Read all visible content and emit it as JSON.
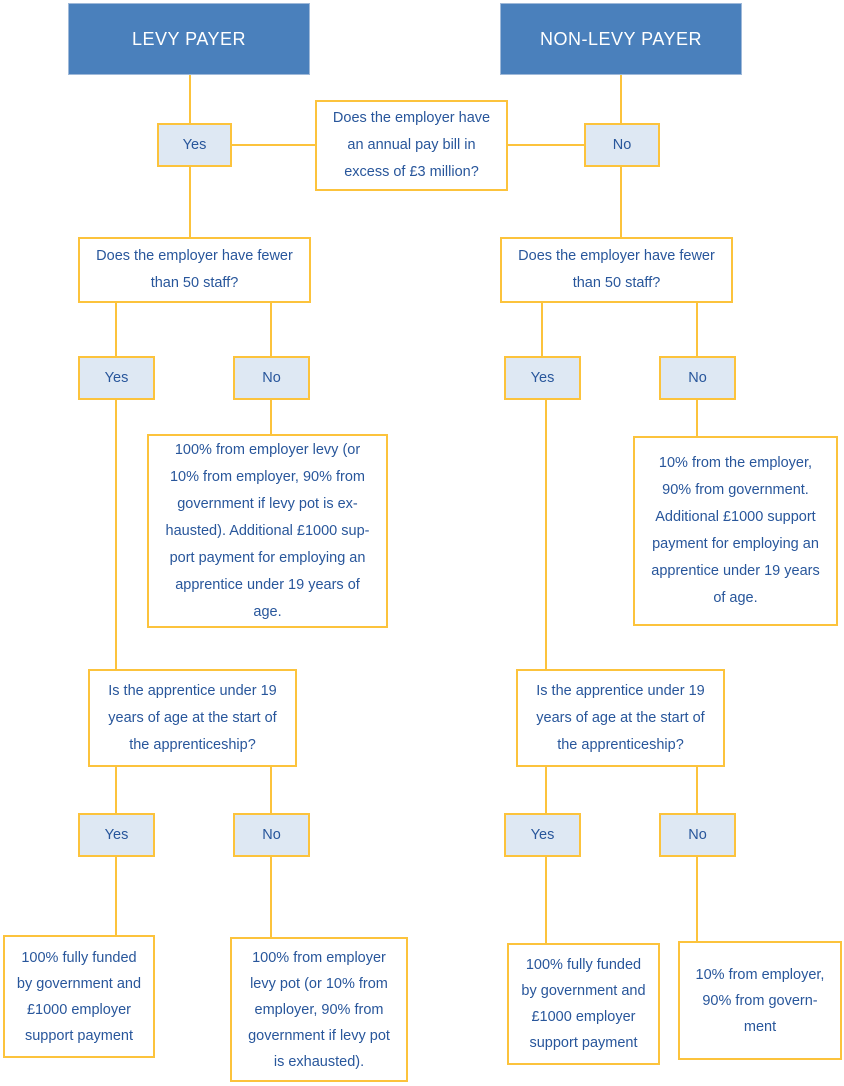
{
  "colors": {
    "header_fill": "#4A80BC",
    "header_text": "#FFFFFF",
    "connector_and_border": "#FCC33C",
    "decision_fill": "#DEE8F3",
    "body_text": "#28569B",
    "background": "#FFFFFF"
  },
  "headers": {
    "levy": "LEVY PAYER",
    "non_levy": "NON-LEVY PAYER"
  },
  "labels": {
    "yes": "Yes",
    "no": "No"
  },
  "questions": {
    "pay_bill": "Does the employer have\nan annual pay bill in\nexcess of £3 million?",
    "staff": "Does the employer have fewer\nthan 50 staff?",
    "age": "Is the apprentice under 19\nyears of age at the start of\nthe apprenticeship?"
  },
  "outcomes": {
    "levy_50plus_staff": "100% from employer levy (or\n10% from employer, 90% from\ngovernment if levy pot is ex-\nhausted). Additional £1000 sup-\nport payment for employing an\napprentice under 19 years of\nage.",
    "nonlevy_50plus_staff": "10% from the employer,\n90% from government.\nAdditional £1000 support\npayment for employing an\napprentice under 19 years\nof age.",
    "levy_under19": "100% fully funded\nby government and\n£1000 employer\nsupport payment",
    "levy_19plus": "100% from employer\nlevy pot (or 10% from\nemployer, 90% from\ngovernment if levy pot\nis exhausted).",
    "nonlevy_under19": "100% fully funded\nby government and\n£1000 employer\nsupport payment",
    "nonlevy_19plus": "10% from employer,\n90% from govern-\nment"
  }
}
